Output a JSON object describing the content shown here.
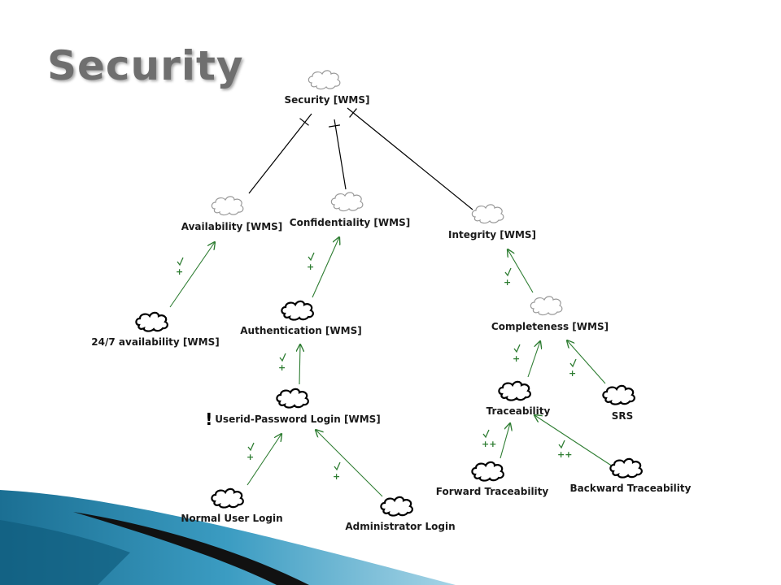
{
  "title": "Security",
  "nodes": [
    {
      "id": "security",
      "label": "Security [WMS]",
      "style": "open"
    },
    {
      "id": "availability",
      "label": "Availability [WMS]",
      "style": "open"
    },
    {
      "id": "confidentiality",
      "label": "Confidentiality [WMS]",
      "style": "open"
    },
    {
      "id": "integrity",
      "label": "Integrity [WMS]",
      "style": "open"
    },
    {
      "id": "avail247",
      "label": "24/7 availability [WMS]",
      "style": "bold"
    },
    {
      "id": "authentication",
      "label": "Authentication [WMS]",
      "style": "bold"
    },
    {
      "id": "completeness",
      "label": "Completeness [WMS]",
      "style": "open"
    },
    {
      "id": "userid",
      "label": "Userid-Password Login [WMS]",
      "style": "bold",
      "warning": "!"
    },
    {
      "id": "traceability",
      "label": "Traceability",
      "style": "bold"
    },
    {
      "id": "srs",
      "label": "SRS",
      "style": "bold"
    },
    {
      "id": "normaluser",
      "label": "Normal User Login",
      "style": "bold"
    },
    {
      "id": "admin",
      "label": "Administrator Login",
      "style": "bold"
    },
    {
      "id": "forward",
      "label": "Forward Traceability",
      "style": "bold"
    },
    {
      "id": "backward",
      "label": "Backward Traceability",
      "style": "bold"
    }
  ],
  "decompositions": [
    {
      "from": "availability",
      "to": "security"
    },
    {
      "from": "confidentiality",
      "to": "security"
    },
    {
      "from": "integrity",
      "to": "security"
    }
  ],
  "contributions": [
    {
      "from": "avail247",
      "to": "availability",
      "label": "+"
    },
    {
      "from": "authentication",
      "to": "confidentiality",
      "label": "+"
    },
    {
      "from": "userid",
      "to": "authentication",
      "label": "+"
    },
    {
      "from": "normaluser",
      "to": "userid",
      "label": "+"
    },
    {
      "from": "admin",
      "to": "userid",
      "label": "+"
    },
    {
      "from": "completeness",
      "to": "integrity",
      "label": "+"
    },
    {
      "from": "traceability",
      "to": "completeness",
      "label": "+"
    },
    {
      "from": "srs",
      "to": "completeness",
      "label": "+"
    },
    {
      "from": "forward",
      "to": "traceability",
      "label": "++"
    },
    {
      "from": "backward",
      "to": "traceability",
      "label": "++"
    }
  ],
  "colors": {
    "contribution": "#2e7d32",
    "open_cloud_stroke": "#9a9a9a",
    "bold_cloud_stroke": "#000000",
    "title": "#6f6f6f"
  }
}
